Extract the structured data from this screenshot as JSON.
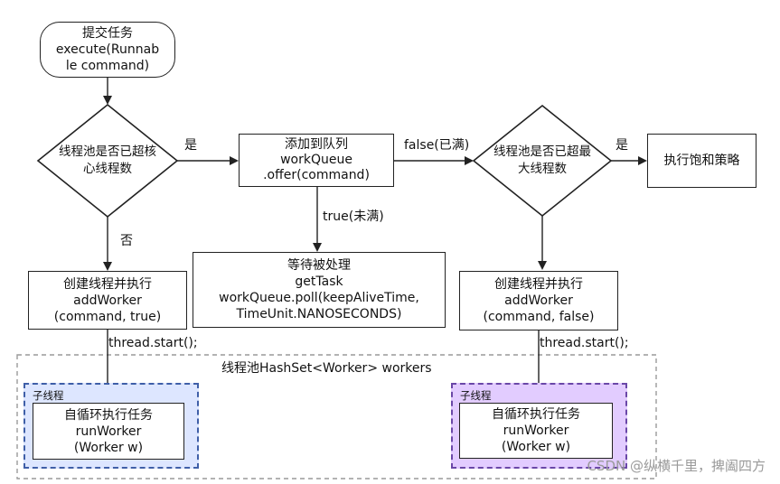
{
  "start_node": {
    "lines": [
      "提交任务",
      "execute(Runnab",
      "le command)"
    ]
  },
  "decision_core": {
    "lines": [
      "线程池是否已超核",
      "心线程数"
    ]
  },
  "decision_max": {
    "lines": [
      "线程池是否已超最",
      "大线程数"
    ]
  },
  "queue_node": {
    "lines": [
      "添加到队列",
      "workQueue",
      ".offer(command)"
    ]
  },
  "reject_node": {
    "lines": [
      "执行饱和策略"
    ]
  },
  "wait_node": {
    "lines": [
      "等待被处理",
      "getTask",
      "workQueue.poll(keepAliveTime,",
      "TimeUnit.NANOSECONDS)"
    ]
  },
  "create_left": {
    "lines": [
      "创建线程并执行",
      "addWorker",
      "(command, true)"
    ]
  },
  "create_right": {
    "lines": [
      "创建线程并执行",
      "addWorker",
      "(command, false)"
    ]
  },
  "edge_labels": {
    "yes_core": "是",
    "no_core": "否",
    "queue_false": "false(已满)",
    "queue_true": "true(未满)",
    "yes_max": "是",
    "thread_start_left": "thread.start();",
    "thread_start_right": "thread.start();"
  },
  "group": {
    "title": "线程池HashSet<Worker> workers"
  },
  "subgroup_left": {
    "title": "子线程",
    "lines": [
      "自循环执行任务",
      "runWorker",
      "(Worker w)"
    ]
  },
  "subgroup_right": {
    "title": "子线程",
    "lines": [
      "自循环执行任务",
      "runWorker",
      "(Worker w)"
    ]
  },
  "watermark": "CSDN @纵横千里，捭阖四方",
  "colors": {
    "line": "#222222",
    "subgroup_left_fill": "#dde6ff",
    "subgroup_right_fill": "#e2ccff",
    "group_border": "#9a9a9a"
  }
}
